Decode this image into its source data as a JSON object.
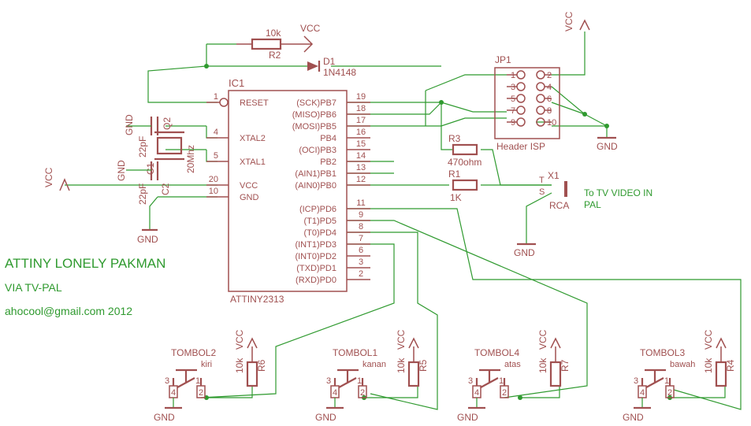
{
  "notes": {
    "title": "ATTINY LONELY PAKMAN",
    "subtitle": "VIA TV-PAL",
    "author": "ahocool@gmail.com 2012",
    "tv_out": "To TV VIDEO IN",
    "tv_out2": "PAL"
  },
  "ic": {
    "name": "IC1",
    "part": "ATTINY2313",
    "left_pins": [
      {
        "num": "1",
        "name": "RESET"
      },
      {
        "num": "4",
        "name": "XTAL2"
      },
      {
        "num": "5",
        "name": "XTAL1"
      },
      {
        "num": "20",
        "name": "VCC"
      },
      {
        "num": "10",
        "name": "GND"
      }
    ],
    "right_pins": [
      {
        "num": "19",
        "name": "(SCK)PB7"
      },
      {
        "num": "18",
        "name": "(MISO)PB6"
      },
      {
        "num": "17",
        "name": "(MOSI)PB5"
      },
      {
        "num": "16",
        "name": "PB4"
      },
      {
        "num": "15",
        "name": "(OCI)PB3"
      },
      {
        "num": "14",
        "name": "PB2"
      },
      {
        "num": "13",
        "name": "(AIN1)PB1"
      },
      {
        "num": "12",
        "name": "(AIN0)PB0"
      },
      {
        "num": "11",
        "name": "(ICP)PD6"
      },
      {
        "num": "9",
        "name": "(T1)PD5"
      },
      {
        "num": "8",
        "name": "(T0)PD4"
      },
      {
        "num": "7",
        "name": "(INT1)PD3"
      },
      {
        "num": "6",
        "name": "(INT0)PD2"
      },
      {
        "num": "3",
        "name": "(TXD)PD1"
      },
      {
        "num": "2",
        "name": "(RXD)PD0"
      }
    ]
  },
  "r2": {
    "value": "10k",
    "name": "R2"
  },
  "d1": {
    "name": "D1",
    "part": "1N4148"
  },
  "r3": {
    "name": "R3",
    "value": "470ohm"
  },
  "r1": {
    "name": "R1",
    "value": "1K"
  },
  "jp1": {
    "name": "JP1",
    "part": "Header ISP",
    "left": [
      "1",
      "3",
      "5",
      "7",
      "9"
    ],
    "right": [
      "2",
      "4",
      "6",
      "8",
      "10"
    ]
  },
  "x1": {
    "name": "X1",
    "part": "RCA",
    "t": "T",
    "s": "S"
  },
  "crystal": {
    "name": "Q2",
    "value": "20Mhz"
  },
  "c1": {
    "name": "C1",
    "value": "22pF"
  },
  "c2": {
    "name": "C2",
    "value": "22pF"
  },
  "power": {
    "vcc": "VCC",
    "gnd": "GND"
  },
  "buttons": [
    {
      "name": "TOMBOL2",
      "label": "kiri",
      "res": "R6",
      "val": "10k"
    },
    {
      "name": "TOMBOL1",
      "label": "kanan",
      "res": "R5",
      "val": "10k"
    },
    {
      "name": "TOMBOL4",
      "label": "atas",
      "res": "R7",
      "val": "10k"
    },
    {
      "name": "TOMBOL3",
      "label": "bawah",
      "res": "R4",
      "val": "10k"
    }
  ],
  "sw_pins": {
    "p1": "1",
    "p2": "2",
    "p3": "3",
    "p4": "4"
  }
}
